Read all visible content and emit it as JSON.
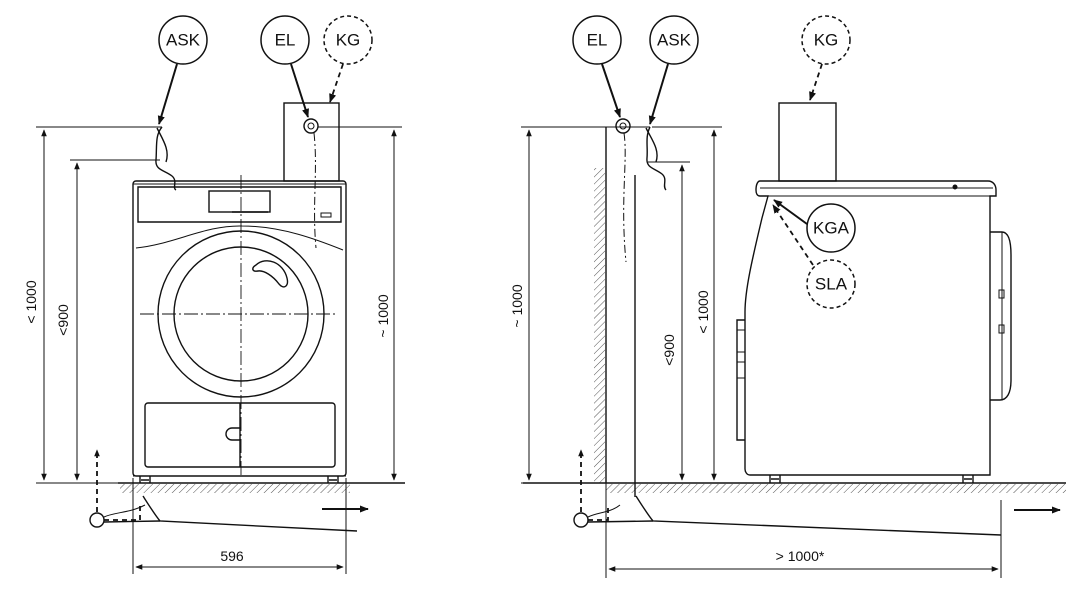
{
  "front_view": {
    "callouts": {
      "ask": "ASK",
      "el": "EL",
      "kg": "KG"
    },
    "dimensions": {
      "total_height_max": "< 1000",
      "inlet_height_max": "<900",
      "unit_height": "~ 1000",
      "width": "596"
    }
  },
  "side_view": {
    "callouts": {
      "el": "EL",
      "ask": "ASK",
      "kg": "KG",
      "kga": "KGA",
      "sla": "SLA"
    },
    "dimensions": {
      "wall_height": "~ 1000",
      "inlet_height_max": "<900",
      "total_height_max": "< 1000",
      "depth_min": "> 1000*"
    }
  }
}
